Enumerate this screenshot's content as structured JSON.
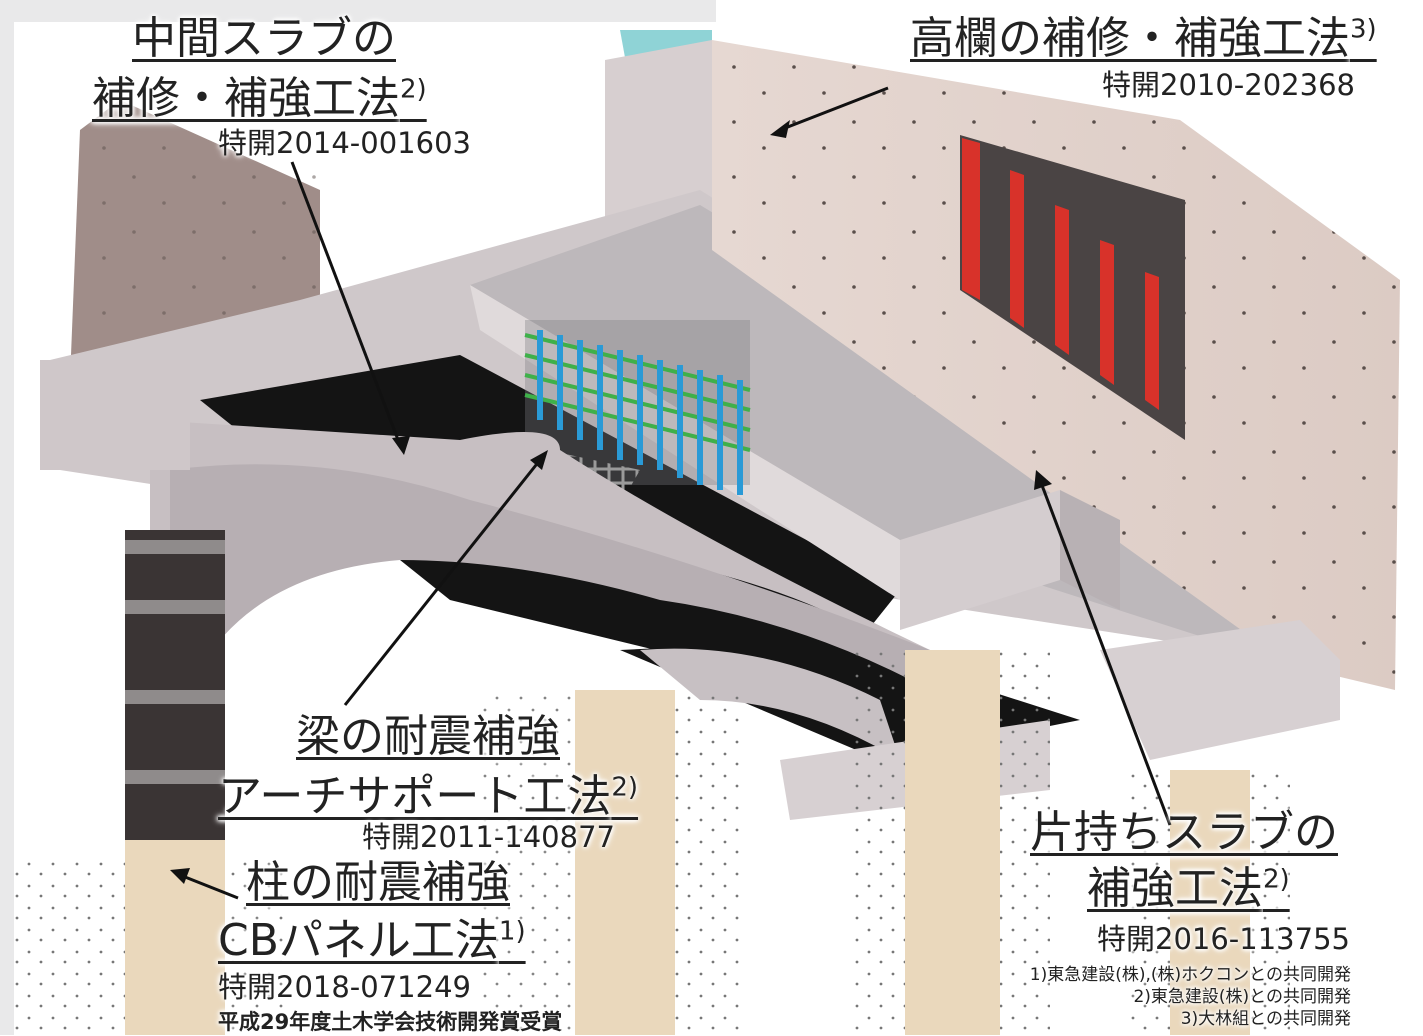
{
  "labels": {
    "slab_mid": {
      "line1": "中間スラブの",
      "line2": "補修・補強工法",
      "sup": "2)",
      "patent": "特開2014-001603"
    },
    "parapet": {
      "title": "高欄の補修・補強工法",
      "sup": "3)",
      "patent": "特開2010-202368"
    },
    "beam": {
      "line1": "梁の耐震補強",
      "line2": "アーチサポート工法",
      "sup": "2)",
      "patent": "特開2011-140877"
    },
    "cantilever": {
      "line1": "片持ちスラブの",
      "line2": "補強工法",
      "sup": "2)",
      "patent": "特開2016-113755"
    },
    "column": {
      "line1": "柱の耐震補強",
      "line2": "CBパネル工法",
      "sup": "1)",
      "patent": "特開2018-071249",
      "award": "平成29年度土木学会技術開発賞受賞"
    }
  },
  "notes": [
    "1)東急建設(株),(株)ホクコンとの共同開発",
    "2)東急建設(株)との共同開発",
    "3)大林組との共同開発"
  ],
  "colors": {
    "concrete": "#c9c2c4",
    "dark": "#111111",
    "column_tan": "#ead8bc",
    "rebar_blue": "#2a9ad6",
    "rebar_green": "#3fb04a",
    "panel_red": "#d8322a"
  }
}
